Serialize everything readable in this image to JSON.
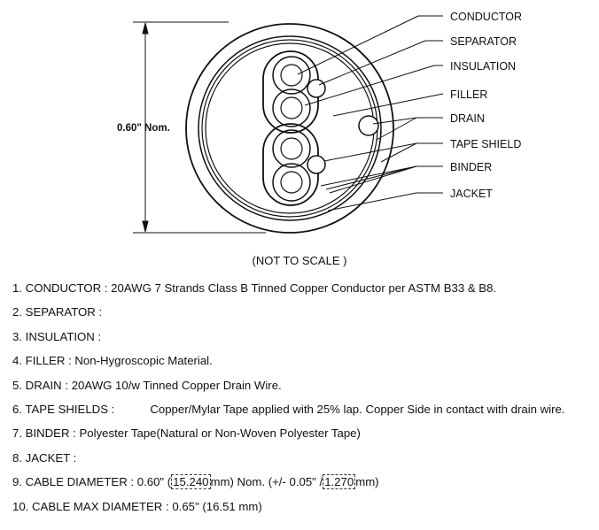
{
  "diagram": {
    "dimension_label": "0.60\"  Nom.",
    "callouts": [
      "CONDUCTOR",
      "SEPARATOR",
      "INSULATION",
      "FILLER",
      "DRAIN",
      "TAPE SHIELD",
      "BINDER",
      "JACKET"
    ],
    "scale_note": "(NOT TO SCALE )"
  },
  "specs": [
    {
      "num": "1.",
      "label": "CONDUCTOR",
      "sep": ":",
      "value": "20AWG 7 Strands Class B Tinned Copper Conductor per ASTM B33 & B8."
    },
    {
      "num": "2.",
      "label": "SEPARATOR",
      "sep": ":",
      "value": ""
    },
    {
      "num": "3.",
      "label": "INSULATION",
      "sep": ":",
      "value": ""
    },
    {
      "num": "4.",
      "label": "FILLER",
      "sep": ":",
      "value": "Non-Hygroscopic Material."
    },
    {
      "num": "5.",
      "label": "DRAIN",
      "sep": ":",
      "value": "20AWG 10/w Tinned Copper Drain Wire."
    },
    {
      "num": "6.",
      "label": "TAPE SHIELDS",
      "sep": ":",
      "value": "Copper/Mylar Tape applied with 25% lap. Copper Side in contact with drain wire."
    },
    {
      "num": "7.",
      "label": "BINDER",
      "sep": ":",
      "value": "Polyester Tape(Natural or Non-Woven Polyester Tape)"
    },
    {
      "num": "8.",
      "label": "JACKET",
      "sep": ":",
      "value": ""
    },
    {
      "num": "9.",
      "label": "CABLE DIAMETER",
      "sep": ":",
      "value_a": "0.60\" (",
      "boxed_a": "15.240",
      "value_b": "mm) Nom. (+/- 0.05\" /",
      "boxed_b": "1.270",
      "value_c": "mm)"
    },
    {
      "num": "10.",
      "label": "CABLE MAX DIAMETER",
      "sep": ":",
      "value": "0.65\" (16.51 mm)"
    }
  ]
}
